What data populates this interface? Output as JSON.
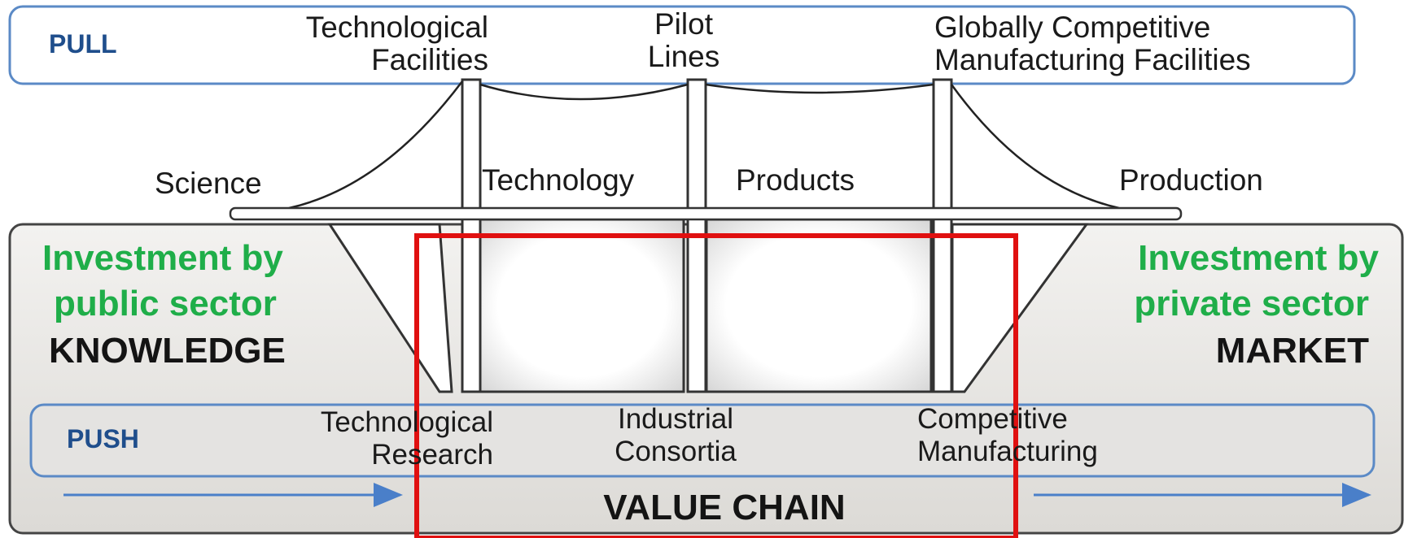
{
  "pull": {
    "label": "PULL",
    "items": [
      {
        "line1": "Technological",
        "line2": "Facilities"
      },
      {
        "line1": "Pilot",
        "line2": "Lines"
      },
      {
        "line1": "Globally Competitive",
        "line2": "Manufacturing Facilities"
      }
    ]
  },
  "deck_labels": [
    "Science",
    "Technology",
    "Products",
    "Production"
  ],
  "left": {
    "investment_line1": "Investment by",
    "investment_line2": "public sector",
    "title": "KNOWLEDGE"
  },
  "right": {
    "investment_line1": "Investment by",
    "investment_line2": "private sector",
    "title": "MARKET"
  },
  "push": {
    "label": "PUSH",
    "items": [
      {
        "line1": "Technological",
        "line2": "Research"
      },
      {
        "line1": "Industrial",
        "line2": "Consortia"
      },
      {
        "line1": "Competitive",
        "line2": "Manufacturing"
      }
    ]
  },
  "footer": {
    "value_chain": "VALUE CHAIN"
  },
  "colors": {
    "pull_push_border": "#5b8ac6",
    "pull_push_text": "#1f4e8c",
    "green_text": "#1fae49",
    "highlight_box": "#e01010",
    "arrow": "#4a7fc9",
    "base_panel": "#e9e7e4"
  }
}
